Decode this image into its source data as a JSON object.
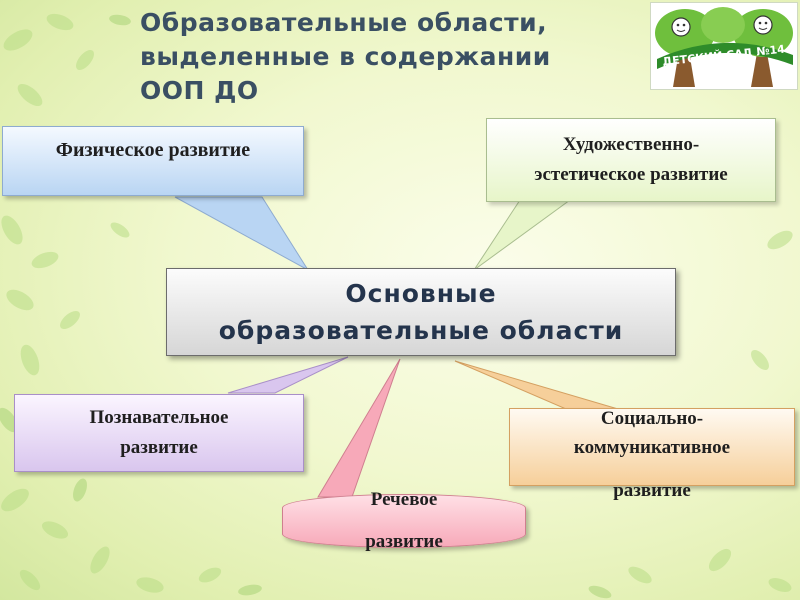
{
  "title": {
    "line1": "Образовательные области,",
    "line2": "выделенные в содержании",
    "line3": "ООП ДО"
  },
  "logo": {
    "text": "ДЕТСКИЙ САД №14"
  },
  "center": {
    "line1": "Основные",
    "line2": "образовательные области"
  },
  "areas": {
    "physical": {
      "line1": "Физическое развитие"
    },
    "art": {
      "line1": "Художественно-",
      "line2": "эстетическое развитие"
    },
    "cognitive": {
      "line1": "Познавательное",
      "line2": "развитие"
    },
    "speech": {
      "line1": "Речевое",
      "line2": "развитие"
    },
    "social": {
      "line1": "Социально-",
      "line2": "коммуникативное",
      "line3": "развитие"
    }
  },
  "colors": {
    "physical": "#b9d5f3",
    "art": "#e7f5c9",
    "cognitive": "#d9c6ee",
    "speech": "#f7a9b9",
    "social": "#f6cf9a"
  }
}
